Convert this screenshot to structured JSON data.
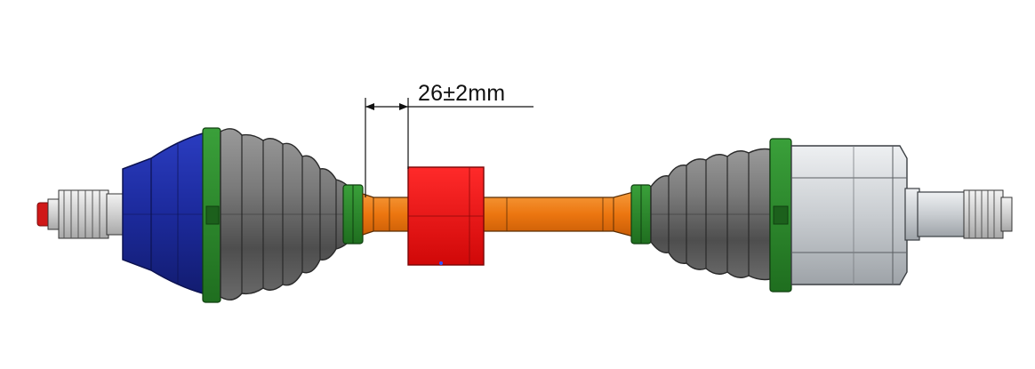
{
  "dimension": {
    "label": "26±2mm"
  },
  "colors": {
    "outer_joint_housing": "#1f2fa8",
    "boot": "#6a6a6a",
    "clamp": "#2e8a2e",
    "shaft": "#f07a10",
    "damper": "#e01010",
    "inner_joint_housing": "#c4c8cc",
    "stub_thread_tip": "#d01818"
  },
  "parts": [
    "outer-stub-shaft",
    "outer-cv-joint-housing",
    "outer-boot",
    "intermediate-shaft",
    "damper-weight",
    "inner-boot",
    "inner-cv-joint-housing",
    "inner-stub-shaft"
  ]
}
